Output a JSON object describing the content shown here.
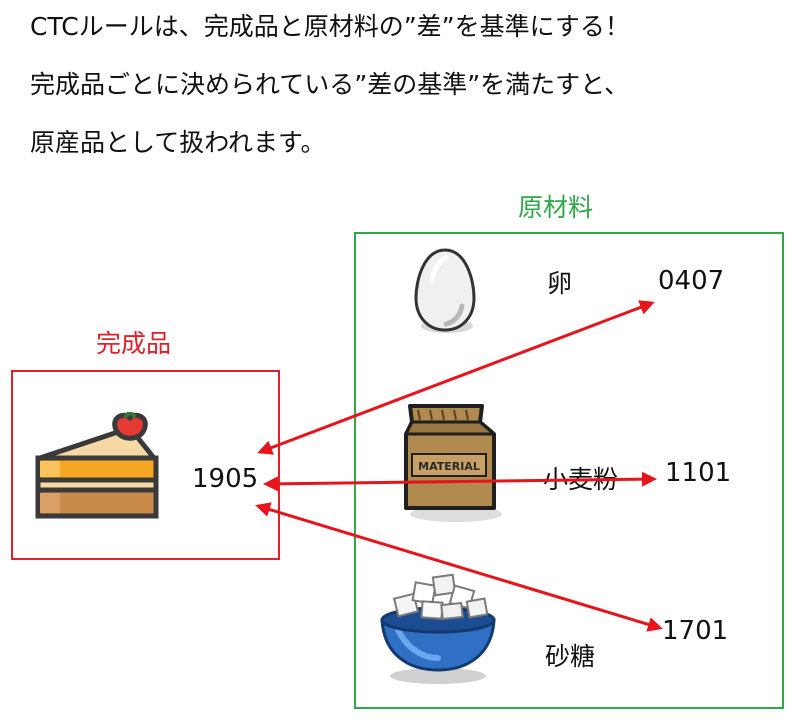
{
  "intro": {
    "line1": "CTCルールは、完成品と原材料の”差”を基準にする！",
    "line2": "完成品ごとに決められている”差の基準”を満たすと、",
    "line3": "原産品として扱われます。"
  },
  "product": {
    "title": "完成品",
    "hs_code": "1905",
    "icon": "cake-icon"
  },
  "materials": {
    "title": "原材料",
    "items": [
      {
        "label": "卵",
        "hs_code": "0407",
        "icon": "egg-icon"
      },
      {
        "label": "小麦粉",
        "hs_code": "1101",
        "icon": "flour-bag-icon"
      },
      {
        "label": "砂糖",
        "hs_code": "1701",
        "icon": "sugar-bowl-icon"
      }
    ]
  },
  "icon_text": {
    "flour_bag": "MATERIAL"
  },
  "colors": {
    "product": "#e0202a",
    "material": "#2fa84a",
    "arrow": "#e8141b"
  }
}
